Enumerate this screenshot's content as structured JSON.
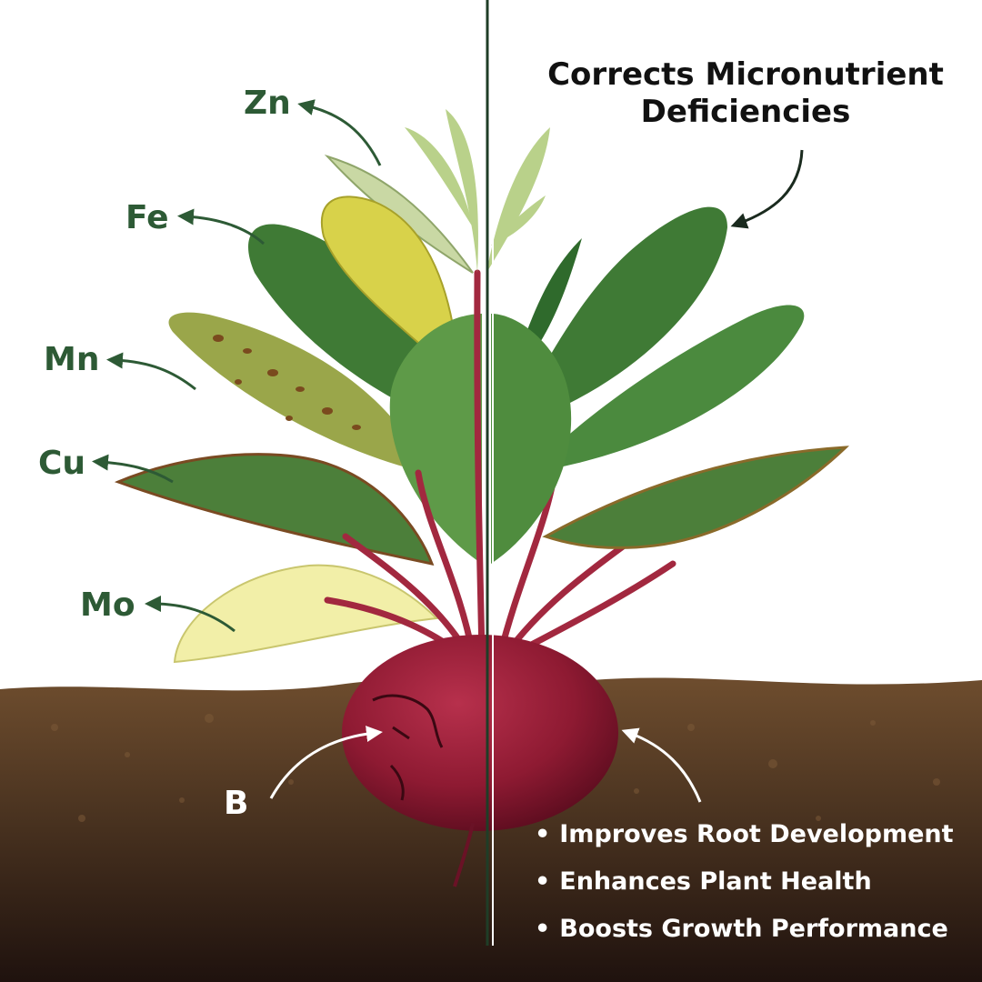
{
  "colors": {
    "label_green": "#2d5a35",
    "soil_top": "#6e4d2e",
    "soil_bottom": "#1f120e",
    "beet_red": "#8e1a32",
    "leaf_green": "#3f7a35",
    "divider": "#1f3d27"
  },
  "deficient_side": {
    "labels": {
      "zn": "Zn",
      "fe": "Fe",
      "mn": "Mn",
      "cu": "Cu",
      "mo": "Mo",
      "b": "B"
    }
  },
  "corrected_side": {
    "headline_line1": "Corrects Micronutrient",
    "headline_line2": "Deficiencies",
    "benefits": [
      "Improves Root Development",
      "Enhances Plant Health",
      "Boosts Growth Performance"
    ]
  }
}
